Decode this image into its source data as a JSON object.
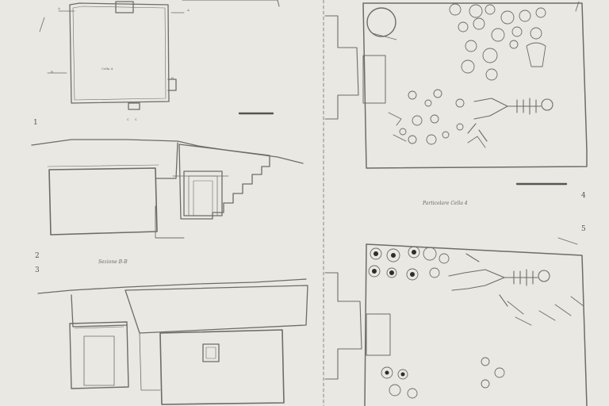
{
  "plate": {
    "figure_numbers": [
      "1",
      "2",
      "3",
      "4",
      "5"
    ],
    "captions": {
      "section_bb": "Sezione B-B",
      "detail_cell": "Particolare Cella 4"
    },
    "room_label": "Cella A",
    "section_markers": [
      "A",
      "A",
      "B",
      "B",
      "C",
      "C"
    ]
  }
}
